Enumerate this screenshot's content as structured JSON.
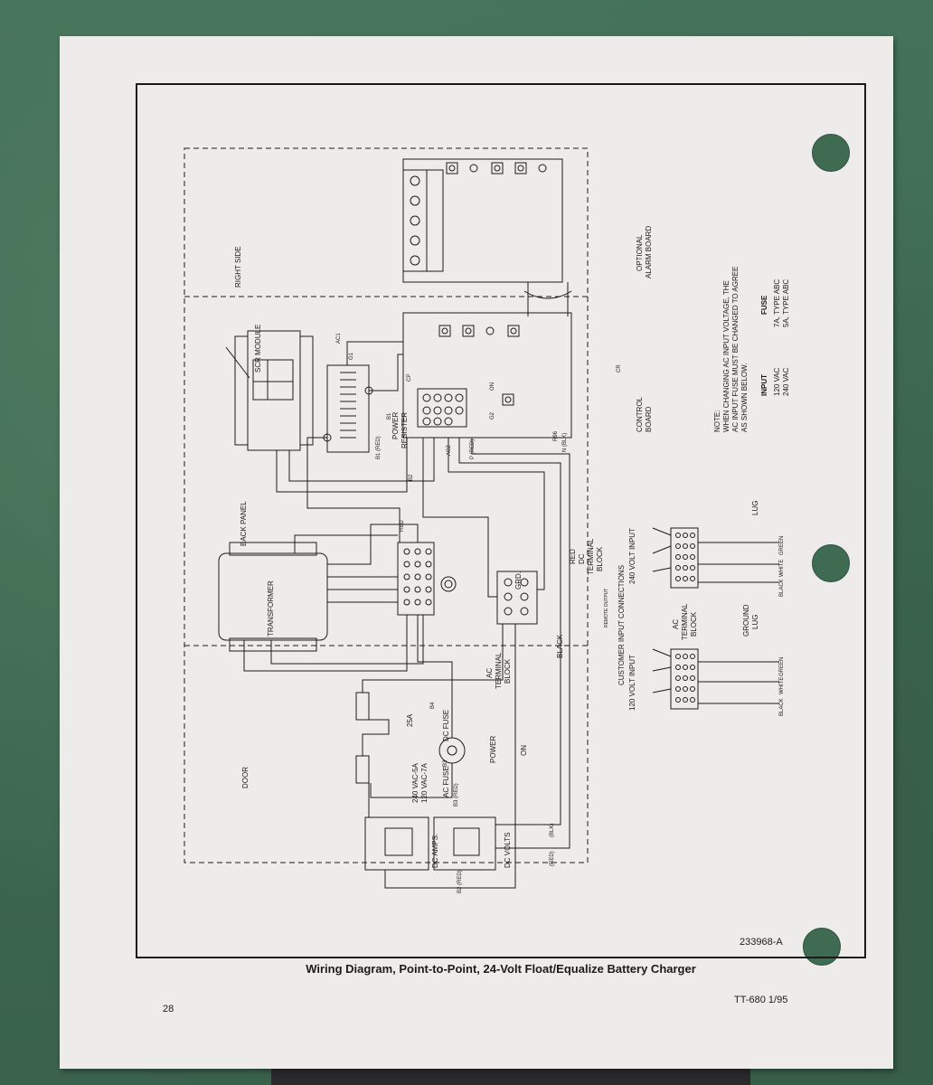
{
  "document": {
    "caption": "Wiring Diagram, Point-to-Point, 24-Volt Float/Equalize Battery Charger",
    "drawing_number": "233968-A",
    "page_number": "28",
    "doc_ref": "TT-680  1/95"
  },
  "diagram": {
    "sections": {
      "right_side": "RIGHT SIDE",
      "back_panel": "BACK PANEL",
      "door": "DOOR"
    },
    "components": {
      "scr_module": "SCR MODULE",
      "power_resister_1": "POWER",
      "power_resister_2": "RESISTER",
      "transformer": "TRANSFORMER",
      "control_board_1": "CONTROL",
      "control_board_2": "BOARD",
      "optional_alarm_1": "OPTIONAL",
      "optional_alarm_2": "ALARM BOARD",
      "ac_terminal_block_1": "AC",
      "ac_terminal_block_2": "TERMINAL",
      "ac_terminal_block_3": "BLOCK",
      "dc_terminal_block_1": "RED",
      "dc_terminal_block_2": "DC",
      "dc_terminal_block_3": "TERMINAL",
      "dc_terminal_block_4": "BLOCK",
      "black_label": "BLACK",
      "grd": "GRD.",
      "power_switch": "POWER",
      "on_label": "ON",
      "dc_fuse": "DC FUSE",
      "dc_fuse_rating": "25A",
      "ac_fuse": "AC FUSE",
      "ac_fuse_rating_1": "240 VAC-5A",
      "ac_fuse_rating_2": "120 VAC-7A",
      "dc_amps": "DC AMPS.",
      "dc_volts": "DC VOLTS",
      "remote_output": "REMOTE OUTPUT"
    },
    "wire_labels": {
      "ac1": "AC1",
      "ac2": "AC2",
      "g1": "G1",
      "g2": "G2",
      "cp": "CP",
      "n_blk": "N (BLK)",
      "p_red": "P (RED)",
      "b1": "B1",
      "b1_red": "B1 (RED)",
      "b2": "B2",
      "b2_red": "B2 (RED)",
      "b3": "B3",
      "b3_red": "B3 (RED)",
      "b4": "B4",
      "red": "RED",
      "blk": "(BLK)",
      "red_paren": "(RED)",
      "on": "ON",
      "cr": "CR",
      "r96": "R96"
    },
    "note": {
      "lines": [
        "NOTE:",
        "WHEN CHANGING AC INPUT VOLTAGE, THE",
        "AC INPUT FUSE MUST BE CHANGED TO AGREE",
        "AS SHOWN BELOW."
      ],
      "header_input": "INPUT",
      "header_fuse": "FUSE",
      "rows": [
        {
          "input": "120 VAC",
          "fuse": "7A, TYPE ABC"
        },
        {
          "input": "240 VAC",
          "fuse": "5A, TYPE ABC"
        }
      ]
    },
    "customer_input": {
      "title": "CUSTOMER INPUT CONNECTIONS",
      "v240": "240 VOLT INPUT",
      "v120": "120 VOLT INPUT",
      "ac_tb_1": "AC",
      "ac_tb_2": "TERMINAL",
      "ac_tb_3": "BLOCK",
      "ground_1": "GROUND",
      "ground_2": "LUG",
      "lug": "LUG",
      "green": "GREEN",
      "white": "WHITE",
      "black": "BLACK"
    }
  }
}
